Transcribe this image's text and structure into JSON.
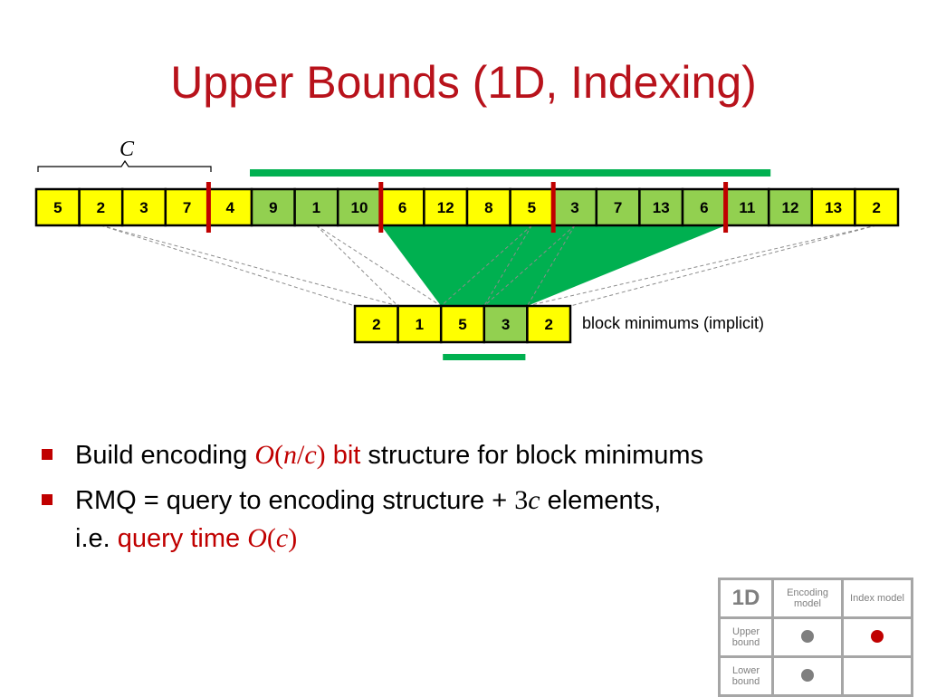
{
  "title": "Upper Bounds (1D, Indexing)",
  "block_size_label": "C",
  "array": [
    {
      "value": "5",
      "highlight": false
    },
    {
      "value": "2",
      "highlight": false
    },
    {
      "value": "3",
      "highlight": false
    },
    {
      "value": "7",
      "highlight": false
    },
    {
      "value": "4",
      "highlight": false
    },
    {
      "value": "9",
      "highlight": true
    },
    {
      "value": "1",
      "highlight": true
    },
    {
      "value": "10",
      "highlight": true
    },
    {
      "value": "6",
      "highlight": false
    },
    {
      "value": "12",
      "highlight": false
    },
    {
      "value": "8",
      "highlight": false
    },
    {
      "value": "5",
      "highlight": false
    },
    {
      "value": "3",
      "highlight": true
    },
    {
      "value": "7",
      "highlight": true
    },
    {
      "value": "13",
      "highlight": true
    },
    {
      "value": "6",
      "highlight": true
    },
    {
      "value": "11",
      "highlight": true
    },
    {
      "value": "12",
      "highlight": true
    },
    {
      "value": "13",
      "highlight": false
    },
    {
      "value": "2",
      "highlight": false
    }
  ],
  "block_boundaries_after": [
    4,
    8,
    12,
    16
  ],
  "minima_source_index": [
    1,
    6,
    11,
    12,
    19
  ],
  "block_minimums": [
    {
      "value": "2",
      "highlight": false
    },
    {
      "value": "1",
      "highlight": false
    },
    {
      "value": "5",
      "highlight": false
    },
    {
      "value": "3",
      "highlight": true
    },
    {
      "value": "2",
      "highlight": false
    }
  ],
  "block_minimums_label": "block minimums (implicit)",
  "query_range": {
    "array_start": 5,
    "array_end": 16,
    "min_start": 2,
    "min_end": 3
  },
  "colors": {
    "yellow": "#ffff00",
    "light_green": "#92d050",
    "query_green": "#00b050",
    "boundary_red": "#c00000",
    "title_red": "#b8121b"
  },
  "bullets": [
    {
      "t1": "Build encoding ",
      "m1": "O",
      "m2": "(",
      "m3": "n",
      "m4": "/",
      "m5": "c",
      "m6": ")",
      "t2": " bit",
      "t3": " structure for block minimums"
    },
    {
      "t1": "RMQ = query to encoding structure + ",
      "m1": "3",
      "m2": "c",
      "t2": " elements,",
      "t3": "i.e. ",
      "t4": "query time ",
      "m3": "O",
      "m4": "(",
      "m5": "c",
      "m6": ")"
    }
  ],
  "legend": {
    "corner": "1D",
    "col1": "Encoding model",
    "col2": "Index model",
    "row1": "Upper bound",
    "row2": "Lower bound",
    "dot_gray": "#7f7f7f",
    "dot_red": "#c00000"
  }
}
